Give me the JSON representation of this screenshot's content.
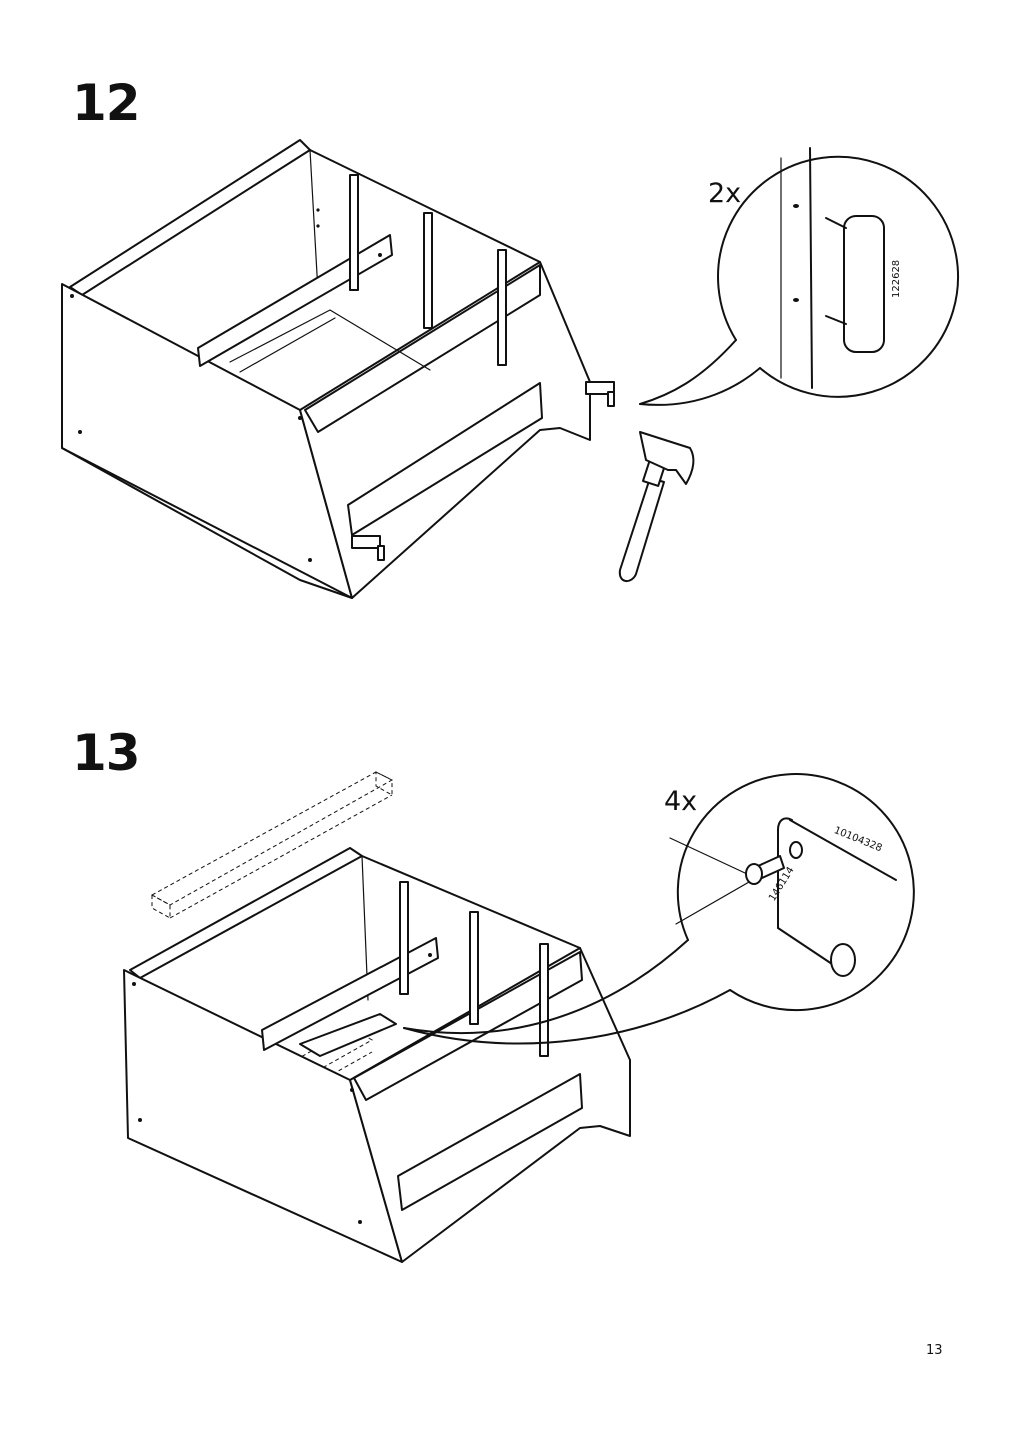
{
  "steps": [
    {
      "number": "12",
      "quantity": "2x",
      "part_number": "122628",
      "tool": "hammer-icon"
    },
    {
      "number": "13",
      "quantity": "4x",
      "part_numbers": [
        "10104328",
        "146114"
      ]
    }
  ],
  "page_number": "13"
}
